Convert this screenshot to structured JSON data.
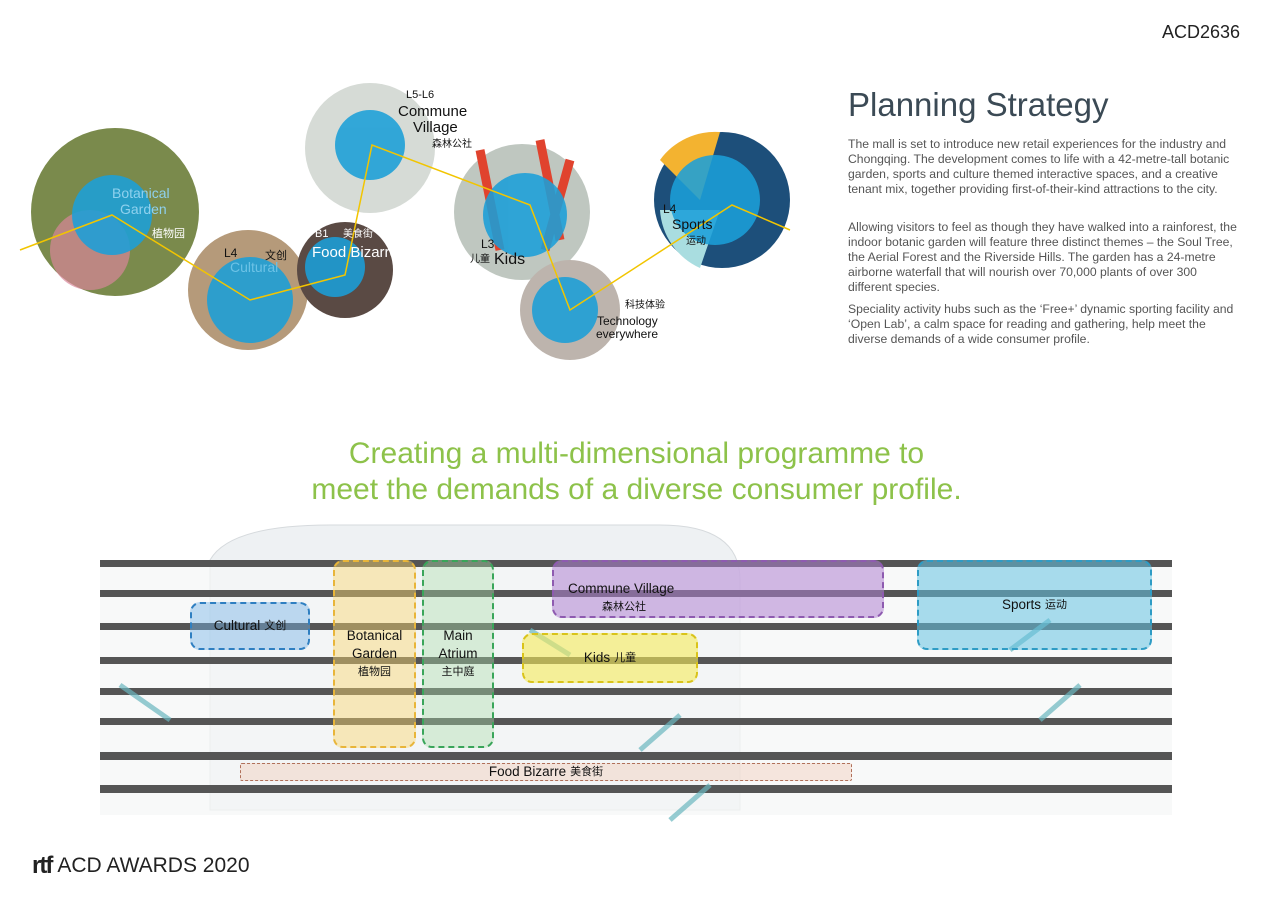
{
  "code": "ACD2636",
  "title": "Planning Strategy",
  "paragraphs": [
    "The mall is set to introduce new retail experiences for the industry and Chongqing. The development comes to life with a 42-metre-tall botanic garden, sports and culture themed interactive spaces, and a creative tenant mix, together providing first-of-their-kind attractions to the city.",
    "Allowing visitors to feel as though they have walked into a rainforest, the indoor botanic garden will feature three distinct themes – the Soul Tree, the Aerial Forest and the Riverside Hills. The garden has a 24-metre airborne waterfall that will nourish over 70,000 plants of over 300 different species.",
    "Speciality activity hubs such as the ‘Free+’ dynamic sporting facility and ‘Open Lab’, a calm space for reading and gathering, help meet the diverse demands of a wide consumer profile."
  ],
  "circles": {
    "botanical": {
      "l1": "Botanical",
      "l2": "Garden",
      "cn": "植物园"
    },
    "cultural": {
      "level": "L4",
      "name": "Cultural",
      "cn": "文创"
    },
    "food": {
      "level": "B1",
      "name": "Food Bizarre",
      "cn": "美食街"
    },
    "commune": {
      "level": "L5-L6",
      "l1": "Commune",
      "l2": "Village",
      "cn": "森林公社"
    },
    "kids": {
      "level": "L3",
      "name": "Kids",
      "cn": "儿童"
    },
    "tech": {
      "cn": "科技体验",
      "l1": "Technology",
      "l2": "everywhere"
    },
    "sports": {
      "level": "L4",
      "name": "Sports",
      "cn": "运动"
    }
  },
  "headline": [
    "Creating a multi-dimensional programme to",
    "meet the demands of a diverse consumer profile."
  ],
  "zones": {
    "cultural": {
      "name": "Cultural",
      "cn": "文创"
    },
    "botanical": {
      "l1": "Botanical",
      "l2": "Garden",
      "cn": "植物园"
    },
    "atrium": {
      "l1": "Main",
      "l2": "Atrium",
      "cn": "主中庭"
    },
    "commune": {
      "name": "Commune Village",
      "cn": "森林公社"
    },
    "kids": {
      "name": "Kids",
      "cn": "儿童"
    },
    "sports": {
      "name": "Sports",
      "cn": "运动"
    },
    "food": {
      "name": "Food Bizarre",
      "cn": "美食街"
    }
  },
  "footer": {
    "logo": "rtf",
    "text": "ACD AWARDS 2020"
  }
}
